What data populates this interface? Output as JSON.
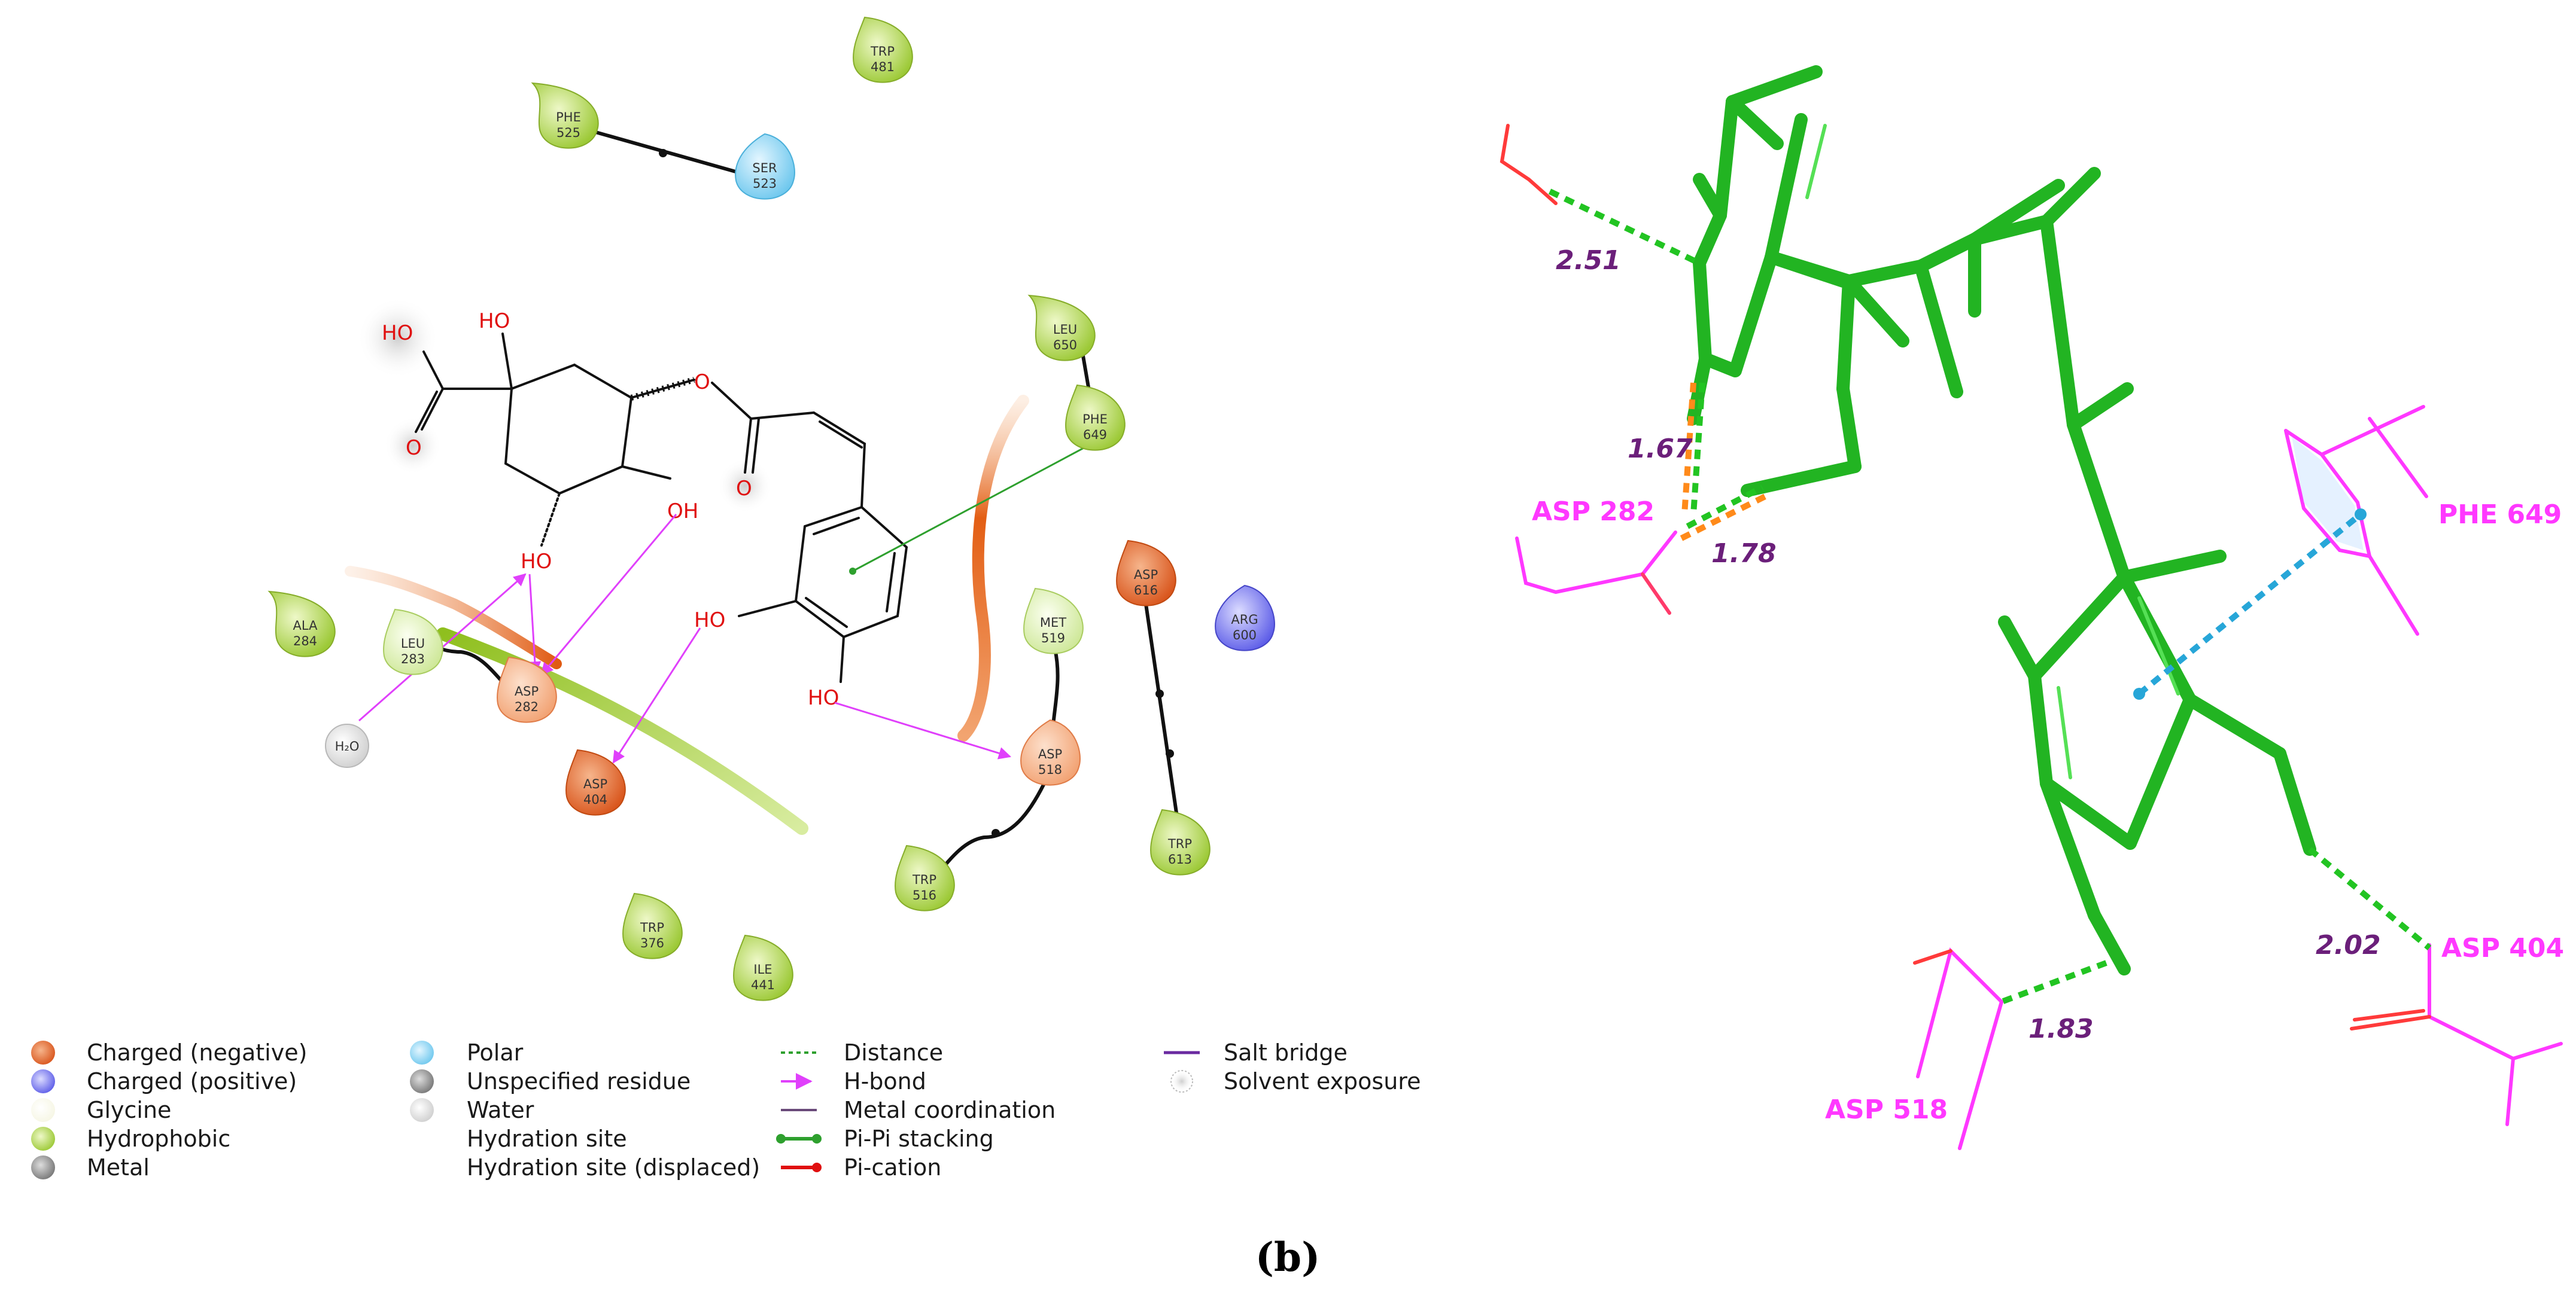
{
  "figure": {
    "caption_label": "(b)",
    "ligand_atoms": {
      "acid_oh": "HO",
      "acid_o": "O",
      "c1_oh": "HO",
      "ring_o": "O",
      "ester_o": "O",
      "c4_oh": "OH",
      "c5_oh": "HO",
      "catechol_oh1": "HO",
      "catechol_oh2": "HO",
      "water": "H₂O"
    },
    "residues": [
      {
        "name": "TRP",
        "num": "481"
      },
      {
        "name": "PHE",
        "num": "525"
      },
      {
        "name": "SER",
        "num": "523"
      },
      {
        "name": "LEU",
        "num": "650"
      },
      {
        "name": "PHE",
        "num": "649"
      },
      {
        "name": "ALA",
        "num": "284"
      },
      {
        "name": "LEU",
        "num": "283"
      },
      {
        "name": "ASP",
        "num": "282"
      },
      {
        "name": "ASP",
        "num": "404"
      },
      {
        "name": "MET",
        "num": "519"
      },
      {
        "name": "ASP",
        "num": "518"
      },
      {
        "name": "ASP",
        "num": "616"
      },
      {
        "name": "ARG",
        "num": "600"
      },
      {
        "name": "TRP",
        "num": "613"
      },
      {
        "name": "TRP",
        "num": "516"
      },
      {
        "name": "TRP",
        "num": "376"
      },
      {
        "name": "ILE",
        "num": "441"
      }
    ],
    "legend": {
      "col1": [
        "Charged (negative)",
        "Charged (positive)",
        "Glycine",
        "Hydrophobic",
        "Metal"
      ],
      "col2": [
        "Polar",
        "Unspecified residue",
        "Water",
        "Hydration site",
        "Hydration site (displaced)"
      ],
      "col3": [
        "Distance",
        "H-bond",
        "Metal coordination",
        "Pi-Pi stacking",
        "Pi-cation"
      ],
      "col4": [
        "Salt bridge",
        "Solvent exposure"
      ]
    },
    "view3d": {
      "residue_labels": [
        "ASP 282",
        "PHE 649",
        "ASP 404",
        "ASP 518"
      ],
      "distances": [
        "2.51",
        "1.67",
        "1.78",
        "2.02",
        "1.83"
      ]
    },
    "colors": {
      "negative": "#e8742f",
      "positive": "#7b7bf0",
      "hydrophobic": "#a7d43a",
      "polar": "#7fd3f2",
      "ligand3d": "#22b422",
      "residue3d": "#ff38ff",
      "hbond": "#e040fb",
      "pipi": "#2ea02e"
    }
  }
}
